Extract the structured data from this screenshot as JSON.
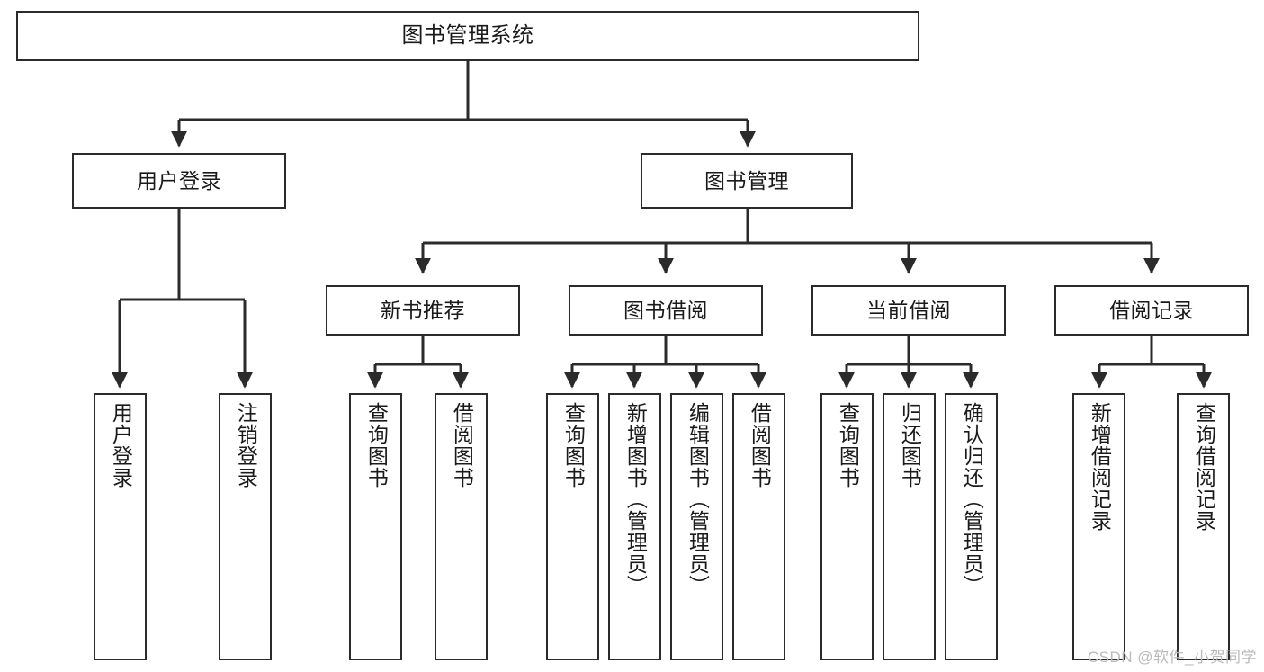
{
  "diagram": {
    "title": "图书管理系统",
    "type": "tree-hierarchy-diagram",
    "colors": {
      "box_border": "#2b2b2b",
      "box_fill": "#ffffff",
      "connector": "#2b2b2b",
      "text": "#1a1a1a",
      "watermark": "#b9b9b9",
      "background": "#ffffff"
    },
    "nodes": {
      "root": {
        "label": "图书管理系统"
      },
      "level2": [
        {
          "label": "用户登录"
        },
        {
          "label": "图书管理"
        }
      ],
      "level3": [
        {
          "label": "新书推荐"
        },
        {
          "label": "图书借阅"
        },
        {
          "label": "当前借阅"
        },
        {
          "label": "借阅记录"
        }
      ],
      "leaves_user_login": [
        {
          "label": "用户登录"
        },
        {
          "label": "注销登录"
        }
      ],
      "leaves_new_books": [
        {
          "label": "查询图书"
        },
        {
          "label": "借阅图书"
        }
      ],
      "leaves_borrow": [
        {
          "label": "查询图书"
        },
        {
          "label": "新增图书（管理员）"
        },
        {
          "label": "编辑图书（管理员）"
        },
        {
          "label": "借阅图书"
        }
      ],
      "leaves_current": [
        {
          "label": "查询图书"
        },
        {
          "label": "归还图书"
        },
        {
          "label": "确认归还（管理员）"
        }
      ],
      "leaves_records": [
        {
          "label": "新增借阅记录"
        },
        {
          "label": "查询借阅记录"
        }
      ]
    },
    "watermark": "CSDN @软件_小贺同学"
  }
}
